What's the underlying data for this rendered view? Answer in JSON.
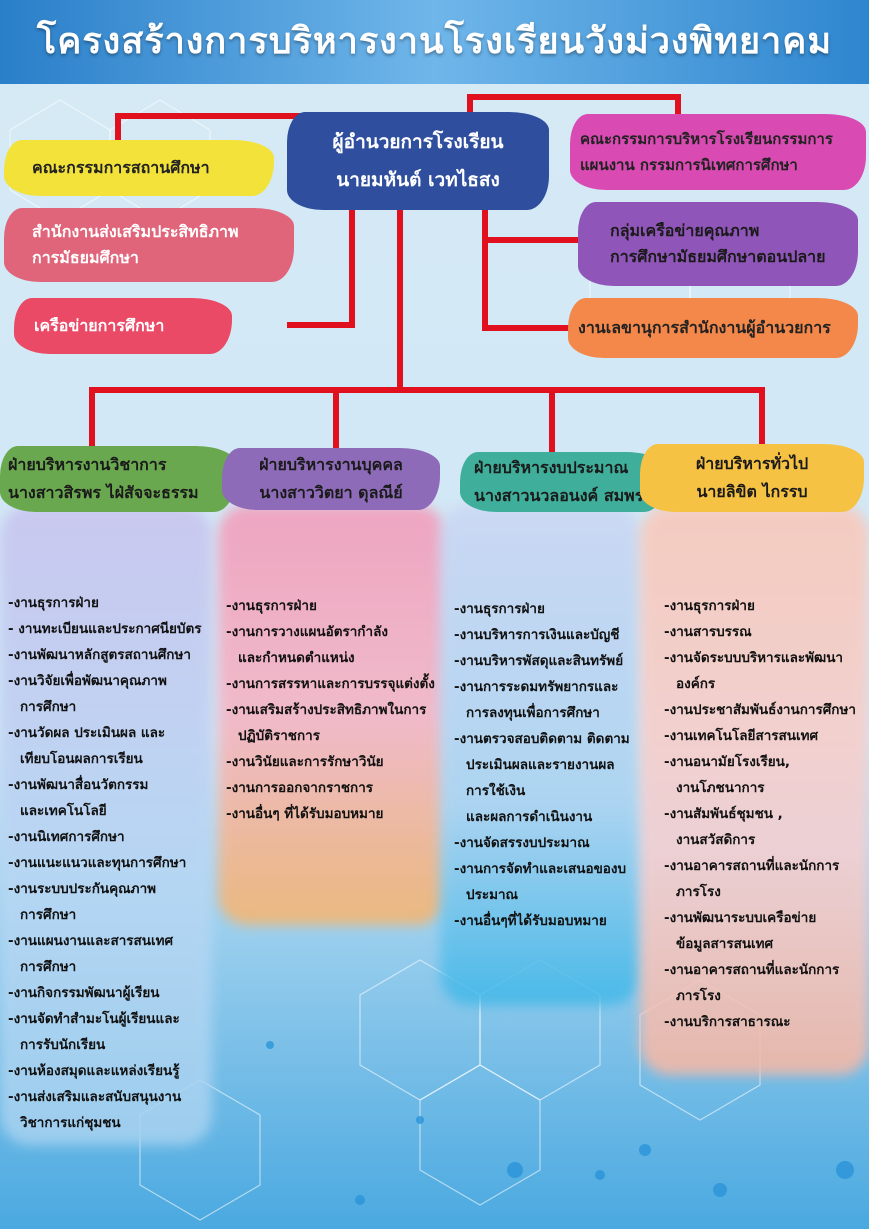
{
  "title": "โครงสร้างการบริหารงานโรงเรียนวังม่วงพิทยาคม",
  "director": {
    "position": "ผู้อำนวยการโรงเรียน",
    "name": "นายมหันต์ เวทไธสง"
  },
  "left_boxes": [
    {
      "lines": [
        "คณะกรรมการสถานศึกษา"
      ]
    },
    {
      "lines": [
        "สำนักงานส่งเสริมประสิทธิภาพ",
        "การมัธยมศึกษา"
      ]
    },
    {
      "lines": [
        "เครือข่ายการศึกษา"
      ]
    }
  ],
  "right_boxes": [
    {
      "lines": [
        "คณะกรรมการบริหารโรงเรียนกรรมการ",
        "แผนงาน กรรมการนิเทศการศึกษา"
      ]
    },
    {
      "lines": [
        "กลุ่มเครือข่ายคุณภาพ",
        "การศึกษามัธยมศึกษาตอนปลาย"
      ]
    },
    {
      "lines": [
        "งานเลขานุการสำนักงานผู้อำนวยการ"
      ]
    }
  ],
  "divisions": [
    {
      "title": "ฝ่ายบริหารงานวิชาการ",
      "head": "นางสาวสิรพร ไฝ่สัจจะธรรม",
      "color": "#6aa84f",
      "tasks": [
        [
          "-งานธุรการฝ่าย"
        ],
        [
          "- งานทะเบียนและประกาศนียบัตร"
        ],
        [
          "-งานพัฒนาหลักสูตรสถานศึกษา"
        ],
        [
          "-งานวิจัยเพื่อพัฒนาคุณภาพ",
          "การศึกษา"
        ],
        [
          "-งานวัดผล ประเมินผล และ",
          "เทียบโอนผลการเรียน"
        ],
        [
          "-งานพัฒนาสื่อนวัตกรรม",
          "และเทคโนโลยี"
        ],
        [
          "-งานนิเทศการศึกษา"
        ],
        [
          "-งานแนะแนวและทุนการศึกษา"
        ],
        [
          "-งานระบบประกันคุณภาพ",
          "การศึกษา"
        ],
        [
          "-งานแผนงานและสารสนเทศ",
          "การศึกษา"
        ],
        [
          "-งานกิจกรรมพัฒนาผู้เรียน"
        ],
        [
          "-งานจัดทำสำมะโนผู้เรียนและ",
          "การรับนักเรียน"
        ],
        [
          "-งานห้องสมุดและแหล่งเรียนรู้"
        ],
        [
          "-งานส่งเสริมและสนับสนุนงาน",
          "วิชาการแก่ชุมชน"
        ]
      ]
    },
    {
      "title": "ฝ่ายบริหารงานบุคคล",
      "head": "นางสาววิตยา ดุลณีย์",
      "color": "#8e6bb8",
      "tasks": [
        [
          "-งานธุรการฝ่าย"
        ],
        [
          "-งานการวางแผนอัตรากำลัง",
          "และกำหนดตำแหน่ง"
        ],
        [
          "-งานการสรรหาและการบรรจุแต่งตั้ง"
        ],
        [
          "-งานเสริมสร้างประสิทธิภาพในการ",
          "ปฏิบัติราชการ"
        ],
        [
          "-งานวินัยและการรักษาวินัย"
        ],
        [
          "-งานการออกจากราชการ"
        ],
        [
          "-งานอื่นๆ ที่ได้รับมอบหมาย"
        ]
      ]
    },
    {
      "title": "ฝ่ายบริหารงบประมาณ",
      "head": "นางสาวนวลอนงค์ สมพร",
      "color": "#3fae9a",
      "tasks": [
        [
          "-งานธุรการฝ่าย"
        ],
        [
          "-งานบริหารการเงินและบัญชี"
        ],
        [
          "-งานบริหารพัสดุและสินทรัพย์"
        ],
        [
          "-งานการระดมทรัพยากรและ",
          "การลงทุนเพื่อการศึกษา"
        ],
        [
          "-งานตรวจสอบติดตาม ติดตาม",
          "ประเมินผลและรายงานผล",
          "การใช้เงิน",
          "และผลการดำเนินงาน"
        ],
        [
          "-งานจัดสรรงบประมาณ"
        ],
        [
          "-งานการจัดทำและเสนอของบ",
          "ประมาณ"
        ],
        [
          "-งานอื่นๆที่ได้รับมอบหมาย"
        ]
      ]
    },
    {
      "title": "ฝ่ายบริหารทั่วไป",
      "head": "นายลิขิต ไกรรบ",
      "color": "#f6c244",
      "tasks": [
        [
          "-งานธุรการฝ่าย"
        ],
        [
          "-งานสารบรรณ"
        ],
        [
          "-งานจัดระบบบริหารและพัฒนา",
          "องค์กร"
        ],
        [
          "-งานประชาสัมพันธ์งานการศึกษา"
        ],
        [
          "-งานเทคโนโลยีสารสนเทศ"
        ],
        [
          "-งานอนามัยโรงเรียน,",
          "งานโภชนาการ"
        ],
        [
          "-งานสัมพันธ์ชุมชน ,",
          "งานสวัสดิการ"
        ],
        [
          "-งานอาคารสถานที่และนักการ",
          "ภารโรง"
        ],
        [
          "-งานพัฒนาระบบเครือข่าย",
          "ข้อมูลสารสนเทศ"
        ],
        [
          "-งานอาคารสถานที่และนักการ",
          "ภารโรง"
        ],
        [
          "-งานบริการสาธารณะ"
        ]
      ]
    }
  ],
  "colors": {
    "line": "#e0101e",
    "title_bg": "#2a7fc9",
    "director_bg": "#2f4f9e",
    "box_yellow": "#f2e23a",
    "box_rose": "#e0657a",
    "box_red": "#ea4a66",
    "box_magenta": "#d94bb2",
    "box_purple": "#8f55b8",
    "box_orange": "#f3884a"
  }
}
